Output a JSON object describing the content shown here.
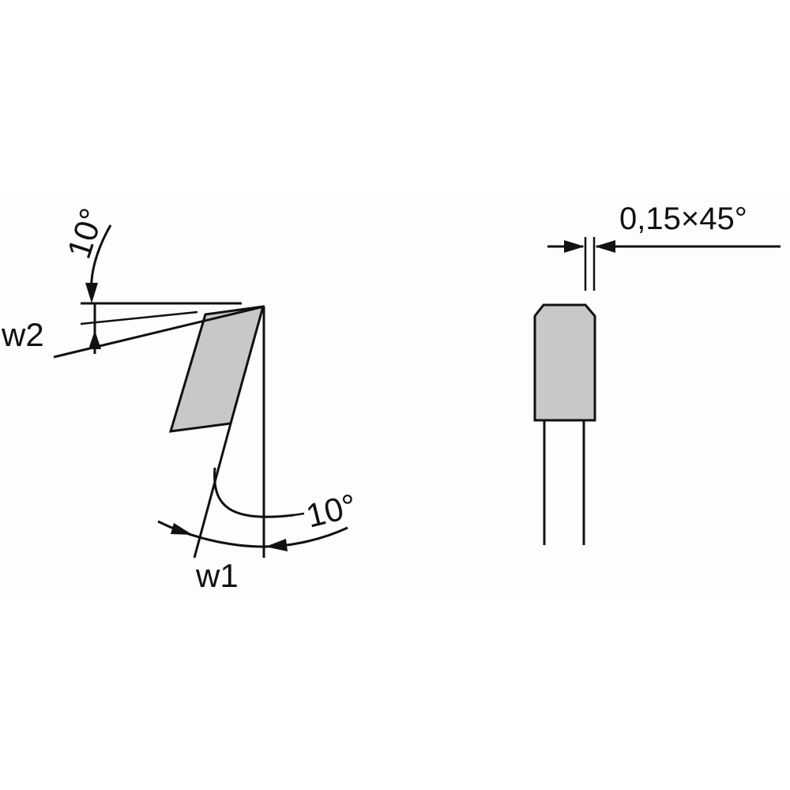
{
  "diagram": {
    "tooth_side_view": {
      "hook_angle_label": "10°",
      "top_clearance_label": "w2",
      "side_clearance_label": "w1",
      "clearance_angle_label": "10°"
    },
    "tooth_front_view": {
      "chamfer_label": "0,15×45°"
    },
    "colors": {
      "line": "#111111",
      "fill": "#c8c8c8",
      "background": "#ffffff"
    }
  }
}
